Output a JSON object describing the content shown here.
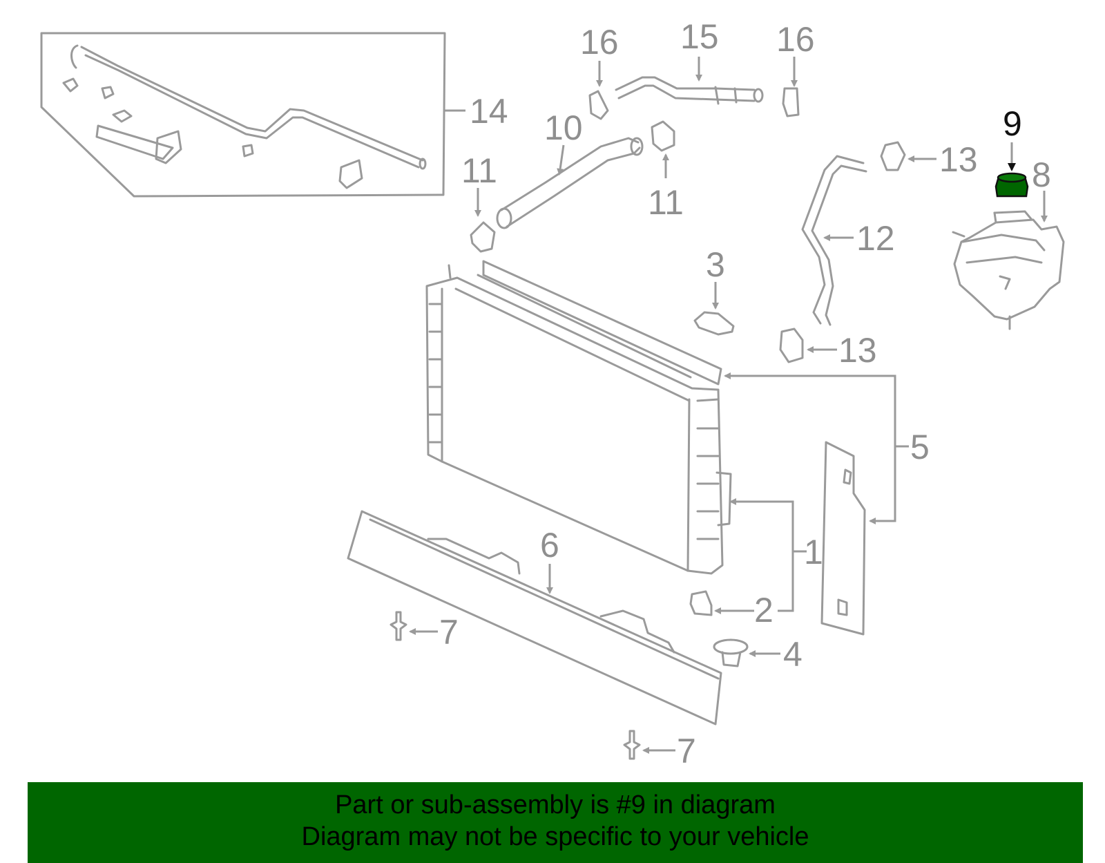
{
  "diagram": {
    "callouts": [
      {
        "id": "c16a",
        "label": "16"
      },
      {
        "id": "c15",
        "label": "15"
      },
      {
        "id": "c16b",
        "label": "16"
      },
      {
        "id": "c14",
        "label": "14"
      },
      {
        "id": "c10",
        "label": "10"
      },
      {
        "id": "c11a",
        "label": "11"
      },
      {
        "id": "c11b",
        "label": "11"
      },
      {
        "id": "c13a",
        "label": "13"
      },
      {
        "id": "c9",
        "label": "9"
      },
      {
        "id": "c8",
        "label": "8"
      },
      {
        "id": "c12",
        "label": "12"
      },
      {
        "id": "c3",
        "label": "3"
      },
      {
        "id": "c13b",
        "label": "13"
      },
      {
        "id": "c5",
        "label": "5"
      },
      {
        "id": "c6",
        "label": "6"
      },
      {
        "id": "c1",
        "label": "1"
      },
      {
        "id": "c2",
        "label": "2"
      },
      {
        "id": "c7a",
        "label": "7"
      },
      {
        "id": "c4",
        "label": "4"
      },
      {
        "id": "c7b",
        "label": "7"
      }
    ],
    "highlight_part": "9",
    "highlight_color": "#006600",
    "part_stroke_color": "#9a9a9a"
  },
  "banner": {
    "line1": "Part or sub-assembly is #9 in diagram",
    "line2": "Diagram may not be specific to your vehicle",
    "background": "#006600"
  }
}
